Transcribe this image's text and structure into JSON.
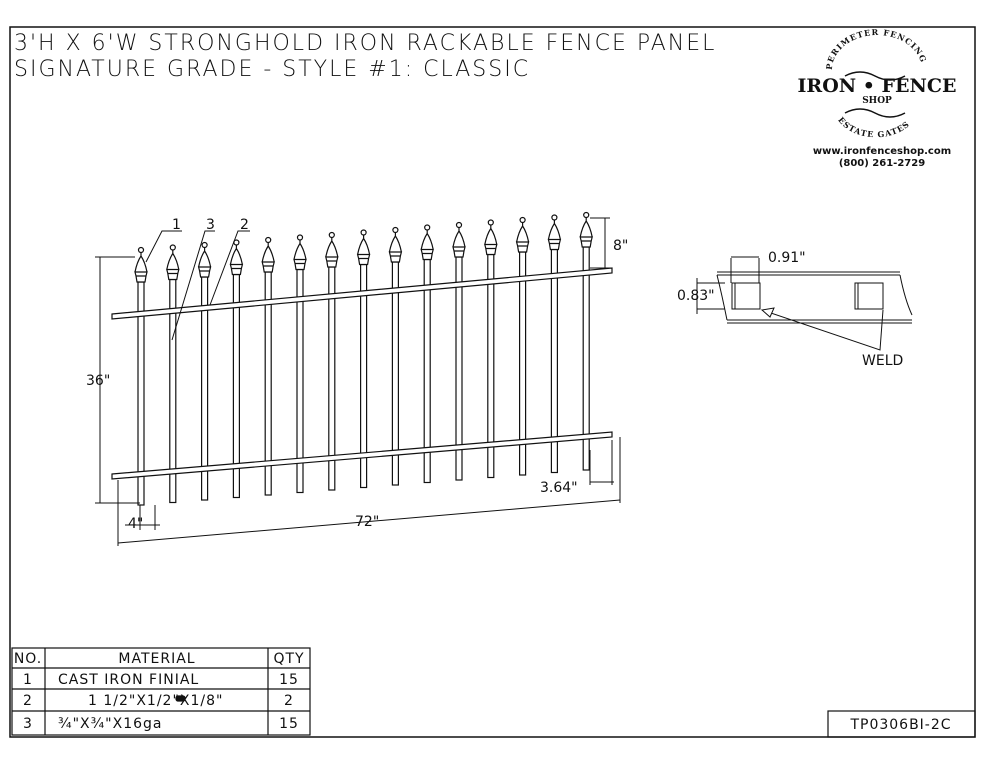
{
  "title": {
    "line1": "3'H X 6'W STRONGHOLD IRON RACKABLE FENCE PANEL",
    "line2": "SIGNATURE GRADE - STYLE #1: CLASSIC"
  },
  "logo": {
    "top_arc": "PERIMETER FENCING",
    "name": "IRON • FENCE",
    "sub": "SHOP",
    "bottom_arc": "ESTATE GATES",
    "website": "www.ironfenceshop.com",
    "phone": "(800) 261-2729"
  },
  "drawing": {
    "picket_count": 15,
    "callouts": [
      "1",
      "3",
      "2"
    ],
    "dims": {
      "finial_height": "8\"",
      "height": "36\"",
      "spacing": "4\"",
      "width": "72\"",
      "end_gap": "3.64\""
    },
    "detail": {
      "hole_width": "0.91\"",
      "hole_height": "0.83\"",
      "weld_label": "WELD"
    }
  },
  "materials_table": {
    "headers": [
      "NO.",
      "MATERIAL",
      "QTY"
    ],
    "rows": [
      {
        "no": "1",
        "material": "CAST IRON FINIAL",
        "qty": "15"
      },
      {
        "no": "2",
        "material": "1 1/2\"X1/2\"X1/8\"",
        "qty": "2"
      },
      {
        "no": "3",
        "material": "¾\"X¾\"X16ga",
        "qty": "15"
      }
    ]
  },
  "drawing_number": "TP0306BI-2C"
}
